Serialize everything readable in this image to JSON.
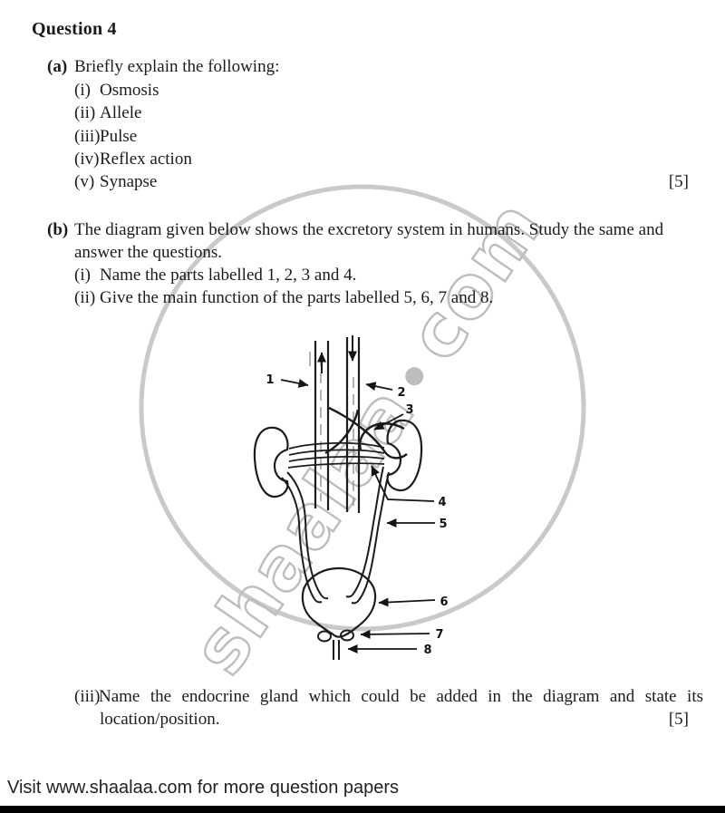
{
  "page": {
    "title": "Question 4",
    "footer_text": "Visit www.shaalaa.com for more question papers"
  },
  "watermark": {
    "word": "shaalaa",
    "tld": "com",
    "text_color": "#bdbdbd",
    "circle_color": "#c9c9c9"
  },
  "part_a": {
    "label": "(a)",
    "prompt": "Briefly explain the following:",
    "marks": "[5]",
    "items": [
      {
        "num": "(i)",
        "text": "Osmosis"
      },
      {
        "num": "(ii)",
        "text": "Allele"
      },
      {
        "num": "(iii)",
        "text": "Pulse"
      },
      {
        "num": "(iv)",
        "text": "Reflex action"
      },
      {
        "num": "(v)",
        "text": "Synapse"
      }
    ]
  },
  "part_b": {
    "label": "(b)",
    "prompt_line1": "The diagram given below shows the excretory system in humans. Study the same and",
    "prompt_line2": "answer the questions.",
    "marks": "[5]",
    "items": [
      {
        "num": "(i)",
        "text": "Name the parts labelled 1, 2, 3 and 4."
      },
      {
        "num": "(ii)",
        "text": "Give the main function of the parts labelled 5, 6, 7 and 8."
      },
      {
        "num": "(iii)",
        "line1": "Name the endocrine gland which could be added in the diagram and state its",
        "line2": "location/position."
      }
    ]
  },
  "diagram": {
    "subject": "Human excretory system",
    "labels": [
      "1",
      "2",
      "3",
      "4",
      "5",
      "6",
      "7",
      "8"
    ]
  }
}
